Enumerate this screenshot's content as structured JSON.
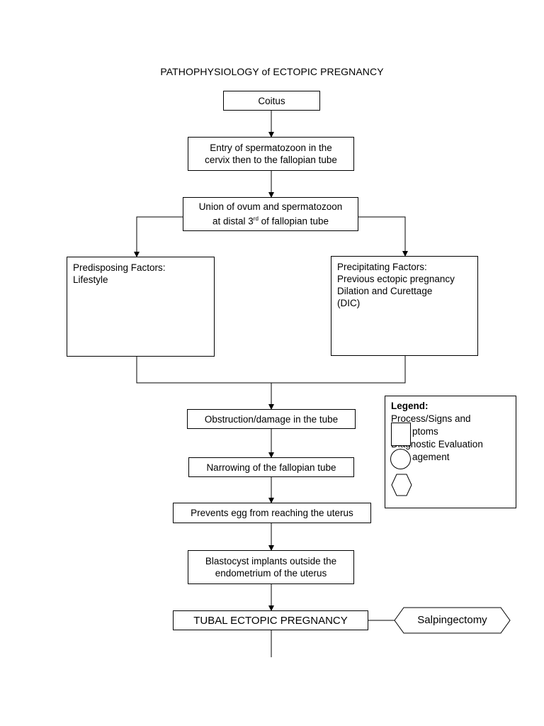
{
  "title": "PATHOPHYSIOLOGY of ECTOPIC PREGNANCY",
  "nodes": {
    "coitus": "Coitus",
    "entry": [
      "Entry of spermatozoon in the",
      "cervix then to the fallopian tube"
    ],
    "union_line1": "Union of ovum and spermatozoon",
    "union_line2_pre": "at distal 3",
    "union_line2_sup": "rd",
    "union_line2_post": " of fallopian tube",
    "predisposing": [
      "Predisposing Factors:",
      "Lifestyle"
    ],
    "precipitating": [
      "Precipitating Factors:",
      "Previous ectopic pregnancy",
      "Dilation and Curettage",
      "(DIC)"
    ],
    "obstruction": "Obstruction/damage in the tube",
    "narrowing": "Narrowing of the fallopian tube",
    "prevents": "Prevents egg from reaching the uterus",
    "blastocyst": [
      "Blastocyst implants outside the",
      "endometrium of the uterus"
    ],
    "tubal": "TUBAL ECTOPIC PREGNANCY",
    "salpingectomy": "Salpingectomy"
  },
  "legend": {
    "heading": "Legend:",
    "lines": [
      "Process/Signs and",
      "ptoms",
      "Diagnostic Evaluation",
      "agement"
    ],
    "shapes": [
      "rectangle",
      "circle",
      "hexagon"
    ]
  }
}
